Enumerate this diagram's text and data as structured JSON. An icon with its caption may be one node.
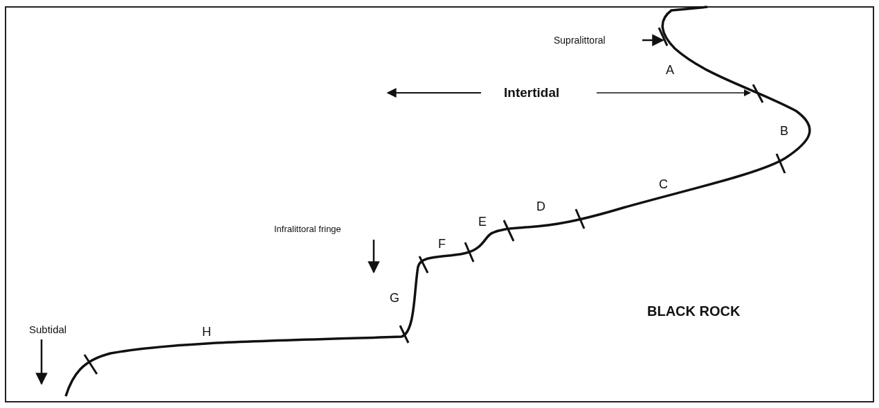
{
  "diagram": {
    "labels": [
      "Supralittoral",
      "A",
      "Intertidal",
      "B",
      "C",
      "E",
      "D",
      "F",
      "Infralittoral fringe",
      "G",
      "BLACK ROCK",
      "Subtidal",
      "H"
    ]
  }
}
